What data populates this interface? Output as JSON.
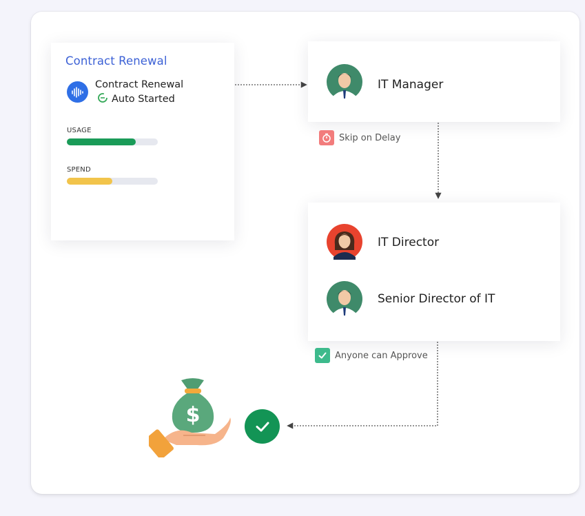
{
  "source": {
    "title": "Contract Renewal",
    "app_name": "Contract Renewal",
    "app_icon": "audio-wave-icon",
    "status": "Auto Started",
    "status_icon": "auto-start-icon",
    "metrics": [
      {
        "label": "USAGE",
        "fill": 0.76,
        "color": "#1a9b58"
      },
      {
        "label": "SPEND",
        "fill": 0.5,
        "color": "#f2c44b"
      }
    ]
  },
  "approvers": {
    "it_manager": "IT Manager",
    "it_director": "IT Director",
    "senior_director": "Senior Director of IT"
  },
  "rules": {
    "skip_on_delay": "Skip on Delay",
    "anyone_can_approve": "Anyone can Approve"
  },
  "outcome": {
    "approved_icon": "check-icon",
    "illustration": "money-bag-hand-icon"
  },
  "colors": {
    "accent_blue": "#3d62d6",
    "approve_green": "#139455",
    "delay_red": "#f27c7c",
    "check_teal": "#3dba8c"
  }
}
